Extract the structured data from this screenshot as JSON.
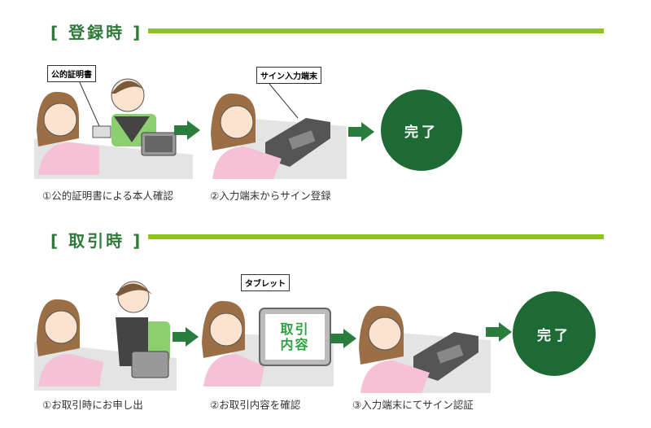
{
  "registration": {
    "heading": "[ 登録時 ]",
    "steps": [
      {
        "caption": "①公的証明書による本人確認",
        "callout": "公的証明書"
      },
      {
        "caption": "②入力端末からサイン登録",
        "callout": "サイン入力端末"
      }
    ],
    "done_label": "完了"
  },
  "transaction": {
    "heading": "[ 取引時 ]",
    "steps": [
      {
        "caption": "①お取引時にお申し出"
      },
      {
        "caption": "②お取引内容を確認",
        "callout": "タブレット",
        "screen_text": [
          "取引",
          "内容"
        ]
      },
      {
        "caption": "③入力端末にてサイン認証"
      }
    ],
    "done_label": "完了"
  },
  "colors": {
    "rule": "#8dc21f",
    "accent": "#1d6a34",
    "arrow": "#2a7d3c"
  }
}
